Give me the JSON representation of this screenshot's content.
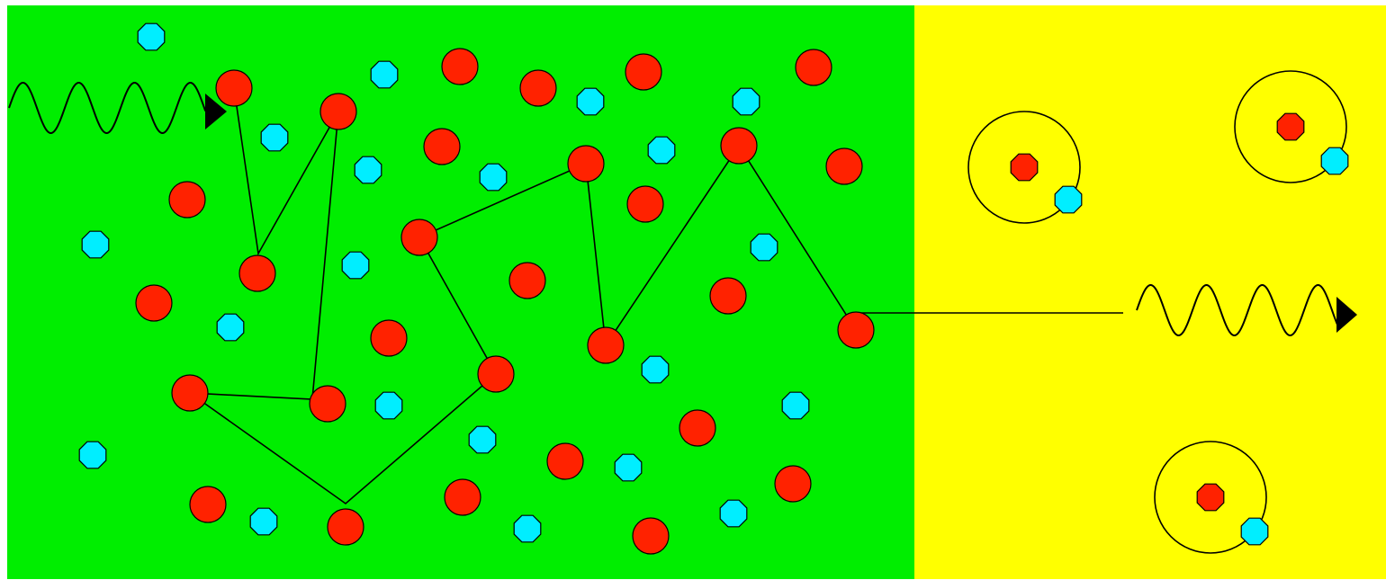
{
  "colors": {
    "background": "#ffffff",
    "plasma_region": "#00ee00",
    "neutral_region": "#ffff00",
    "ion": "#ff2200",
    "electron": "#00eeff",
    "outline": "#000000"
  },
  "icons": {
    "ion": "red-circle",
    "electron": "cyan-octagon",
    "nucleus": "red-octagon",
    "orbit": "circle-outline",
    "photon": "wavy-arrow"
  }
}
